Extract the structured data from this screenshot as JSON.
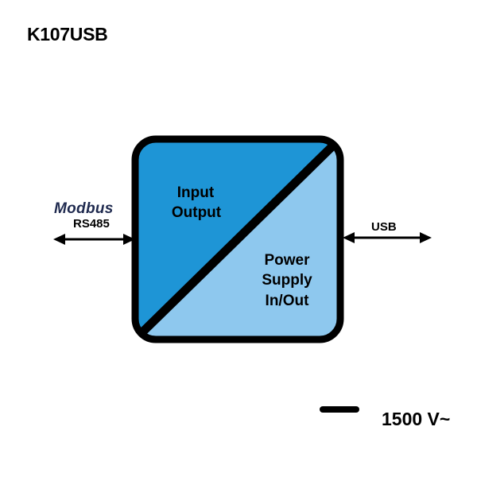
{
  "title": "K107USB",
  "left_port": {
    "logo": "Modbus",
    "label": "RS485"
  },
  "right_port": {
    "label": "USB"
  },
  "block": {
    "upper_section": [
      "Input",
      "Output"
    ],
    "lower_section": [
      "Power",
      "Supply",
      "In/Out"
    ]
  },
  "isolation": {
    "voltage": "1500 V~"
  },
  "colors": {
    "upper_fill": "#1e95d6",
    "lower_fill": "#8ec8ee",
    "outline": "#000000",
    "logo": "#1f2a4f"
  }
}
